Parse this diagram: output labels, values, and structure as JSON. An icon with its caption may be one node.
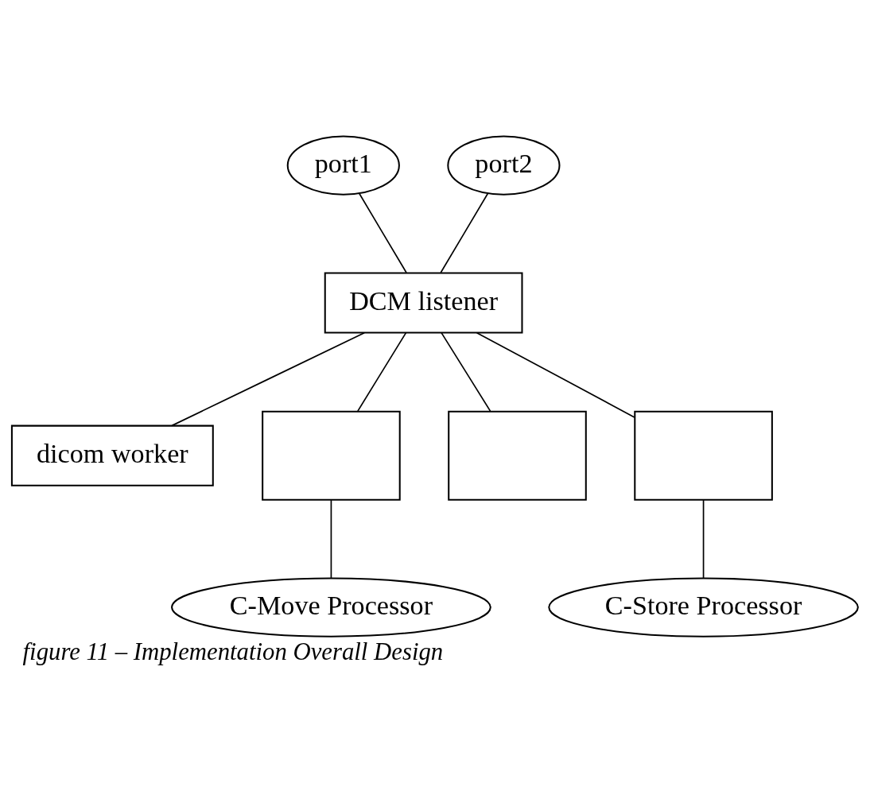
{
  "diagram": {
    "caption": "figure 11 – Implementation Overall Design",
    "nodes": [
      {
        "text": [
          "port1"
        ]
      },
      {
        "text": [
          "port2"
        ]
      },
      {
        "text": [
          "DCM listener"
        ]
      },
      {
        "text": [
          "dicom worker"
        ]
      },
      {
        "text": [],
        "shape": "box"
      },
      {
        "text": [],
        "shape": "box"
      },
      {
        "text": [],
        "shape": "box"
      },
      {
        "text": [
          "C-Move Processor"
        ]
      },
      {
        "text": [
          "C-Store Processor"
        ]
      }
    ],
    "edges": [
      {
        "from": 0,
        "to": 2,
        "arrow": "none"
      },
      {
        "from": 1,
        "to": 2,
        "arrow": "none"
      },
      {
        "from": 2,
        "to": 3,
        "arrow": "none"
      },
      {
        "from": 2,
        "to": 4,
        "arrow": "none"
      },
      {
        "from": 2,
        "to": 5,
        "arrow": "none"
      },
      {
        "from": 2,
        "to": 6,
        "arrow": "none"
      },
      {
        "from": 4,
        "to": 7,
        "arrow": "none"
      },
      {
        "from": 6,
        "to": 8,
        "arrow": "none"
      }
    ]
  }
}
